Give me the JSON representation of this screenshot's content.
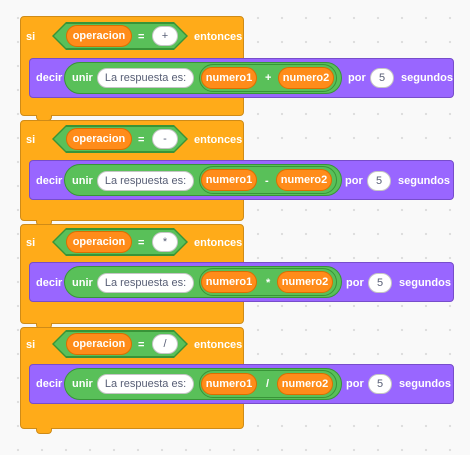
{
  "keywords": {
    "if": "si",
    "then": "entonces",
    "say": "decir",
    "join": "unir",
    "for": "por",
    "seconds": "segundos",
    "equals": "="
  },
  "variables": {
    "operation": "operacion",
    "num1": "numero1",
    "num2": "numero2"
  },
  "blocks": [
    {
      "operator": "+",
      "message": "La respuesta es:",
      "duration": "5"
    },
    {
      "operator": "-",
      "message": "La respuesta es:",
      "duration": "5"
    },
    {
      "operator": "*",
      "message": "La respuesta es:",
      "duration": "5"
    },
    {
      "operator": "/",
      "message": "La respuesta es:",
      "duration": "5"
    }
  ],
  "colors": {
    "control": "#ffab19",
    "operators": "#59c059",
    "looks": "#9966ff",
    "variables": "#ff8c1a",
    "canvas": "#f9f9f9"
  }
}
